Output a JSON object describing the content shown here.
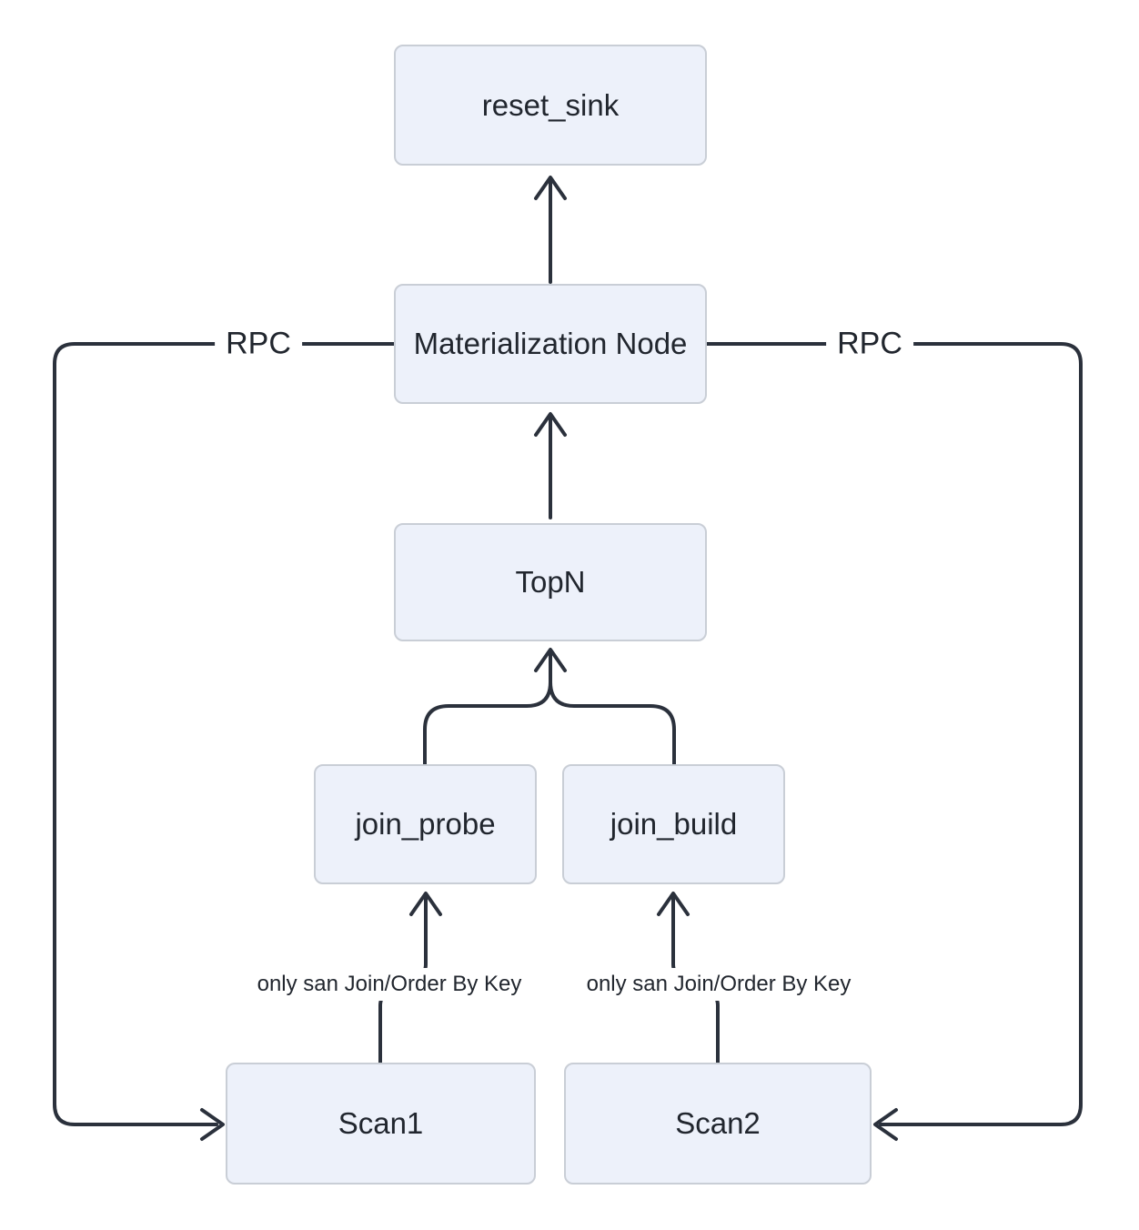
{
  "diagram": {
    "nodes": {
      "reset_sink": {
        "label": "reset_sink"
      },
      "materialization_node": {
        "label": "Materialization Node"
      },
      "topn": {
        "label": "TopN"
      },
      "join_probe": {
        "label": "join_probe"
      },
      "join_build": {
        "label": "join_build"
      },
      "scan1": {
        "label": "Scan1"
      },
      "scan2": {
        "label": "Scan2"
      }
    },
    "edges": [
      {
        "from": "materialization_node",
        "to": "reset_sink",
        "label": ""
      },
      {
        "from": "topn",
        "to": "materialization_node",
        "label": ""
      },
      {
        "from": "join_probe",
        "to": "topn",
        "label": ""
      },
      {
        "from": "join_build",
        "to": "topn",
        "label": ""
      },
      {
        "from": "scan1",
        "to": "join_probe",
        "label": "only san Join/Order By Key"
      },
      {
        "from": "scan2",
        "to": "join_build",
        "label": "only san Join/Order By Key"
      },
      {
        "from": "materialization_node",
        "to": "scan1",
        "label": "RPC"
      },
      {
        "from": "materialization_node",
        "to": "scan2",
        "label": "RPC"
      }
    ],
    "colors": {
      "background": "#ffffff",
      "node_fill": "#edf1fa",
      "node_border": "#c9ced6",
      "edge_stroke": "#2b313c",
      "text": "#21262e"
    }
  }
}
